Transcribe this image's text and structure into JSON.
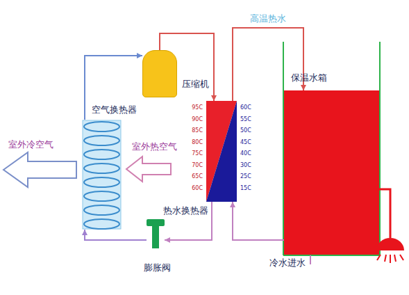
{
  "diagram": {
    "nodes": [
      {
        "text": [
          "压缩机"
        ]
      },
      {
        "text": [
          "空气换热器"
        ]
      },
      {
        "text": [
          "热水换热器"
        ]
      },
      {
        "text": [
          "膨胀阀"
        ]
      },
      {
        "text": [
          "保温水箱"
        ]
      }
    ],
    "edges": [
      {
        "from": 0,
        "to": 2,
        "arrow": "to"
      },
      {
        "from": 2,
        "to": 3,
        "arrow": "to"
      },
      {
        "from": 3,
        "to": 1,
        "arrow": "to"
      },
      {
        "from": 1,
        "to": 0,
        "arrow": "to"
      },
      {
        "from": 2,
        "to": 4,
        "arrow": "to",
        "label": "高温热水"
      },
      {
        "from": 4,
        "to": 2,
        "arrow": "to"
      }
    ],
    "labels": [
      "室外冷空气",
      "室外热空气",
      "冷水进水",
      "95C",
      "90C",
      "85C",
      "80C",
      "75C",
      "70C",
      "65C",
      "60C",
      "60C",
      "55C",
      "50C",
      "45C",
      "40C",
      "30C",
      "25C",
      "15C"
    ]
  }
}
